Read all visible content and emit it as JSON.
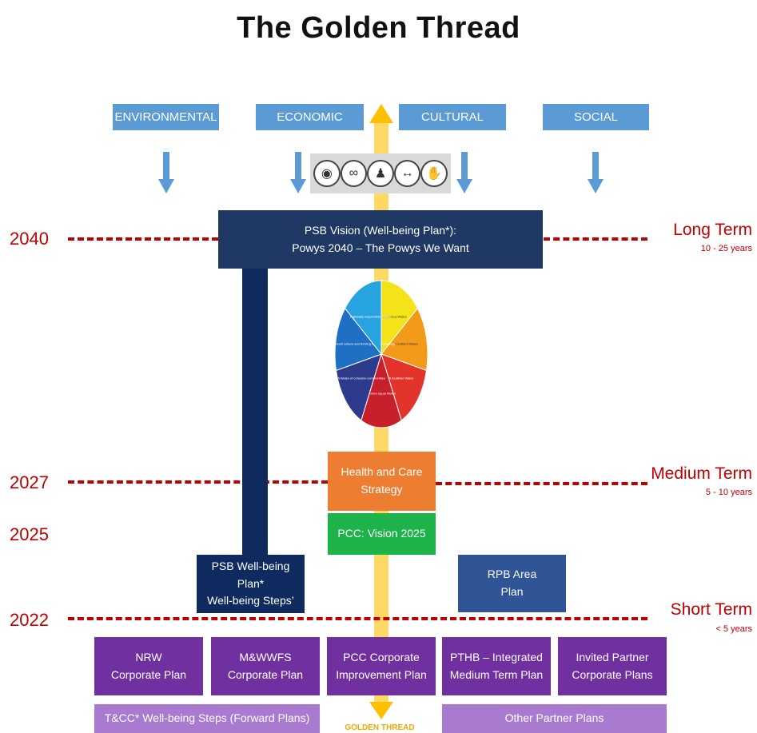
{
  "title": "The Golden Thread",
  "pillars": [
    "ENVIRONMENTAL",
    "ECONOMIC",
    "CULTURAL",
    "SOCIAL"
  ],
  "timeline": [
    {
      "year": "2040",
      "term": "Long Term",
      "range": "10 - 25 years"
    },
    {
      "year": "2027",
      "term": "Medium Term",
      "range": "5 - 10 years"
    },
    {
      "year": "2025"
    },
    {
      "year": "2022",
      "term": "Short Term",
      "range": "< 5 years"
    }
  ],
  "vision": {
    "line1": "PSB Vision (Well-being Plan*):",
    "line2": "Powys 2040 – The Powys We Want"
  },
  "goals_wheel": {
    "segments": [
      {
        "label": "A prosperous Wales",
        "color": "#f5e31a"
      },
      {
        "label": "A resilient Wales",
        "color": "#f39a1a"
      },
      {
        "label": "A healthier Wales",
        "color": "#e3342b"
      },
      {
        "label": "A more equal Wales",
        "color": "#c8202b"
      },
      {
        "label": "A Wales of cohesive communities",
        "color": "#2e3a8c"
      },
      {
        "label": "A Wales of vibrant culture and thriving Welsh Language",
        "color": "#1f6fc4"
      },
      {
        "label": "A globally responsible Wales",
        "color": "#27a3e0"
      }
    ]
  },
  "icons": [
    "binoculars-icon",
    "chain-link-icon",
    "people-icon",
    "handshake-icon",
    "hand-icon"
  ],
  "boxes": {
    "health_care": {
      "line1": "Health and Care",
      "line2": "Strategy"
    },
    "pcc_vision": "PCC: Vision 2025",
    "psb_plan": {
      "line1": "PSB Well-being Plan*",
      "line2": "Well-being Steps’"
    },
    "rpb_area": {
      "line1": "RPB Area",
      "line2": "Plan"
    },
    "plans": [
      {
        "line1": "NRW",
        "line2": "Corporate Plan"
      },
      {
        "line1": "M&WWFS",
        "line2": "Corporate Plan"
      },
      {
        "line1": "PCC Corporate",
        "line2": "Improvement  Plan"
      },
      {
        "line1": "PTHB – Integrated",
        "line2": "Medium Term Plan"
      },
      {
        "line1": "Invited Partner",
        "line2": "Corporate Plans"
      }
    ],
    "tcc_steps": "T&CC*  Well-being Steps (Forward Plans)",
    "other_plans": "Other Partner Plans"
  },
  "golden_thread_label": "GOLDEN THREAD",
  "colors": {
    "pillar": "#5b9bd5",
    "navy": "#1f3864",
    "dark_navy": "#0e2a5e",
    "orange": "#ed7d31",
    "green": "#1db34a",
    "blue_box": "#2f5597",
    "purple": "#7030a0",
    "light_purple": "#a87bd1",
    "red": "#c00000",
    "gold": "#ffc000"
  }
}
